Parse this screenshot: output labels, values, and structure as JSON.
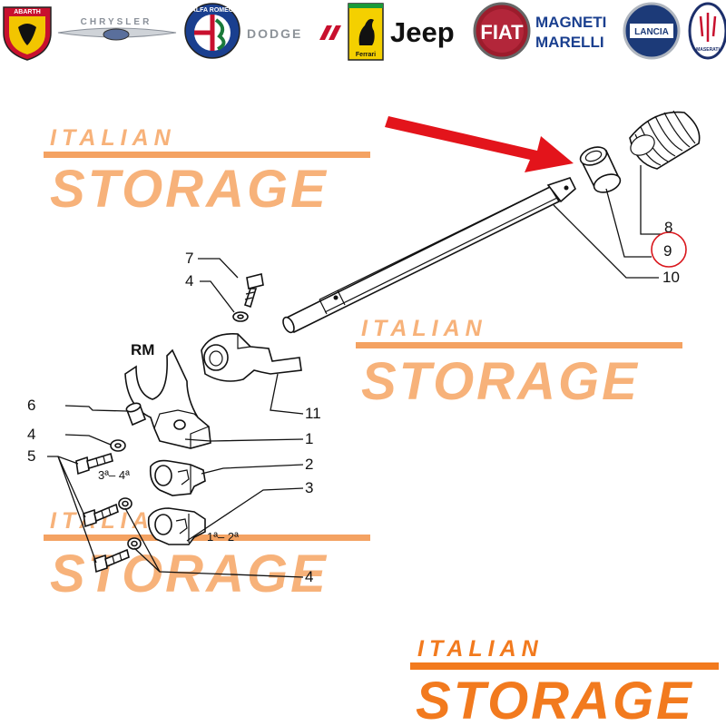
{
  "colors": {
    "watermark": "#f7b27a",
    "watermark_line": "#f4a262",
    "brand_orange": "#f27a1e",
    "arrow_red": "#e3141b",
    "circle_red": "#d9161c"
  },
  "brands": [
    {
      "name": "ABARTH",
      "icon": "abarth-logo"
    },
    {
      "name": "CHRYSLER",
      "icon": "chrysler-logo"
    },
    {
      "name": "ALFA ROMEO",
      "icon": "alfa-romeo-logo"
    },
    {
      "name": "DODGE",
      "icon": "dodge-logo"
    },
    {
      "name": "Ferrari",
      "icon": "ferrari-logo"
    },
    {
      "name": "Jeep",
      "icon": "jeep-logo"
    },
    {
      "name": "FIAT",
      "icon": "fiat-logo"
    },
    {
      "name": "MAGNETI MARELLI",
      "icon": "magneti-marelli-logo"
    },
    {
      "name": "LANCIA",
      "icon": "lancia-logo"
    },
    {
      "name": "MASERATI",
      "icon": "maserati-logo"
    }
  ],
  "watermark": {
    "line1": "ITALIAN",
    "line2": "STORAGE"
  },
  "footer_logo": {
    "line1": "ITALIAN",
    "line2": "STORAGE"
  },
  "diagram": {
    "rm_label": "RM",
    "gear_34": "3ª– 4ª",
    "gear_12": "1ª– 2ª",
    "callouts": [
      {
        "id": "8",
        "text": "8"
      },
      {
        "id": "9",
        "text": "9",
        "highlighted": true
      },
      {
        "id": "10",
        "text": "10"
      },
      {
        "id": "7",
        "text": "7"
      },
      {
        "id": "4a",
        "text": "4"
      },
      {
        "id": "11",
        "text": "11"
      },
      {
        "id": "6",
        "text": "6"
      },
      {
        "id": "4b",
        "text": "4"
      },
      {
        "id": "1",
        "text": "1"
      },
      {
        "id": "5",
        "text": "5"
      },
      {
        "id": "2",
        "text": "2"
      },
      {
        "id": "3",
        "text": "3"
      },
      {
        "id": "4c",
        "text": "4"
      }
    ]
  }
}
